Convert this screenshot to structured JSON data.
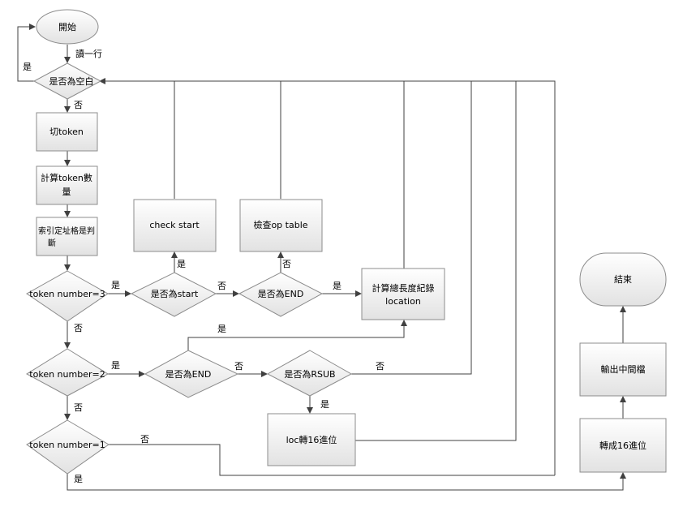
{
  "colors": {
    "fill_top": "#ffffff",
    "fill_bottom": "#e2e2e2",
    "stroke": "#8c8c8c",
    "line": "#404040"
  },
  "nodes": {
    "start": "開始",
    "blank_check": "是否為空白",
    "split_token": "切token",
    "count_token": [
      "計算token數",
      "量"
    ],
    "index_check": [
      "索引定址格是判",
      "斷"
    ],
    "num3": "token number=3",
    "is_start": "是否為start",
    "check_start": "check start",
    "is_end_1": "是否為END",
    "optable": "檢查op table",
    "calc_length": [
      "計算總長度紀錄",
      "location"
    ],
    "num2": "token number=2",
    "is_end_2": "是否為END",
    "is_rsub": "是否為RSUB",
    "loc_hex": "loc轉16進位",
    "num1": "token number=1",
    "to_hex": "轉成16進位",
    "output": "輸出中間檔",
    "end": "結束"
  },
  "edge_labels": {
    "read_line": "讀一行",
    "blank_yes": "是",
    "blank_no": "否",
    "num3_yes": "是",
    "num3_no": "否",
    "start_yes": "是",
    "start_no": "否",
    "end1_no": "否",
    "end1_yes": "是",
    "num2_yes": "是",
    "num2_no": "否",
    "end2_yes": "是",
    "end2_no": "否",
    "rsub_no": "否",
    "rsub_yes": "是",
    "num1_no": "否",
    "num1_yes": "是"
  }
}
